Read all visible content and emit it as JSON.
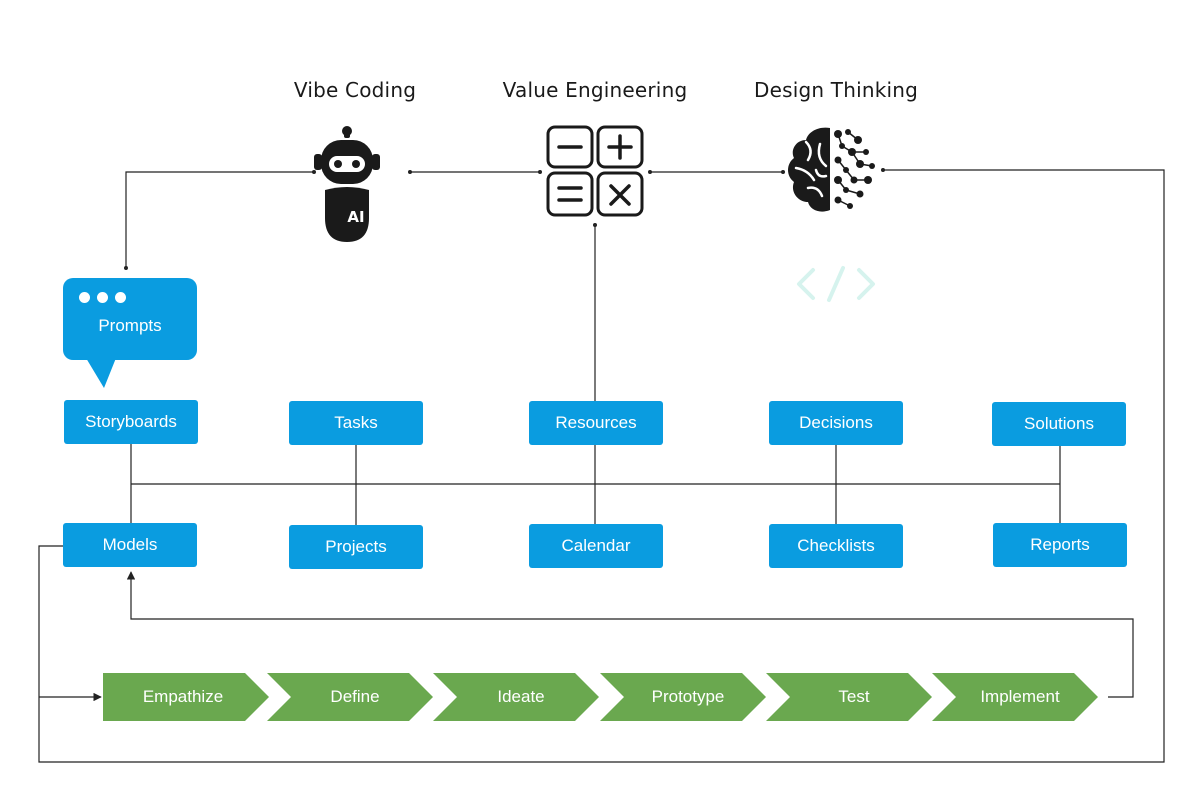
{
  "headings": {
    "vibe_coding": "Vibe Coding",
    "value_engineering": "Value Engineering",
    "design_thinking": "Design Thinking"
  },
  "icons": {
    "robot": "robot-icon",
    "calculator": "calculator-icon",
    "brain": "brain-icon",
    "code": "code-brackets-icon",
    "robot_badge": "AI"
  },
  "prompt_bubble": {
    "label": "Prompts"
  },
  "top_row": [
    "Storyboards",
    "Tasks",
    "Resources",
    "Decisions",
    "Solutions"
  ],
  "bottom_row": [
    "Models",
    "Projects",
    "Calendar",
    "Checklists",
    "Reports"
  ],
  "process_steps": [
    "Empathize",
    "Define",
    "Ideate",
    "Prototype",
    "Test",
    "Implement"
  ],
  "colors": {
    "box_blue": "#0a9ce0",
    "step_green": "#6aa84f",
    "line": "#222222",
    "code_icon": "#d6f3ee"
  }
}
